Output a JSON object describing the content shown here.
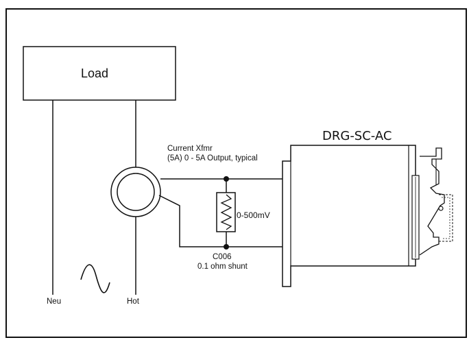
{
  "diagram": {
    "load_label": "Load",
    "device_label": "DRG-SC-AC",
    "transformer_line1": "Current Xfmr",
    "transformer_line2": "(5A) 0 - 5A Output, typical",
    "resistor_voltage": "0-500mV",
    "shunt_part": "C006",
    "shunt_desc": "0.1 ohm shunt",
    "neutral_label": "Neu",
    "hot_label": "Hot"
  },
  "colors": {
    "line": "#111111",
    "background": "#ffffff"
  }
}
